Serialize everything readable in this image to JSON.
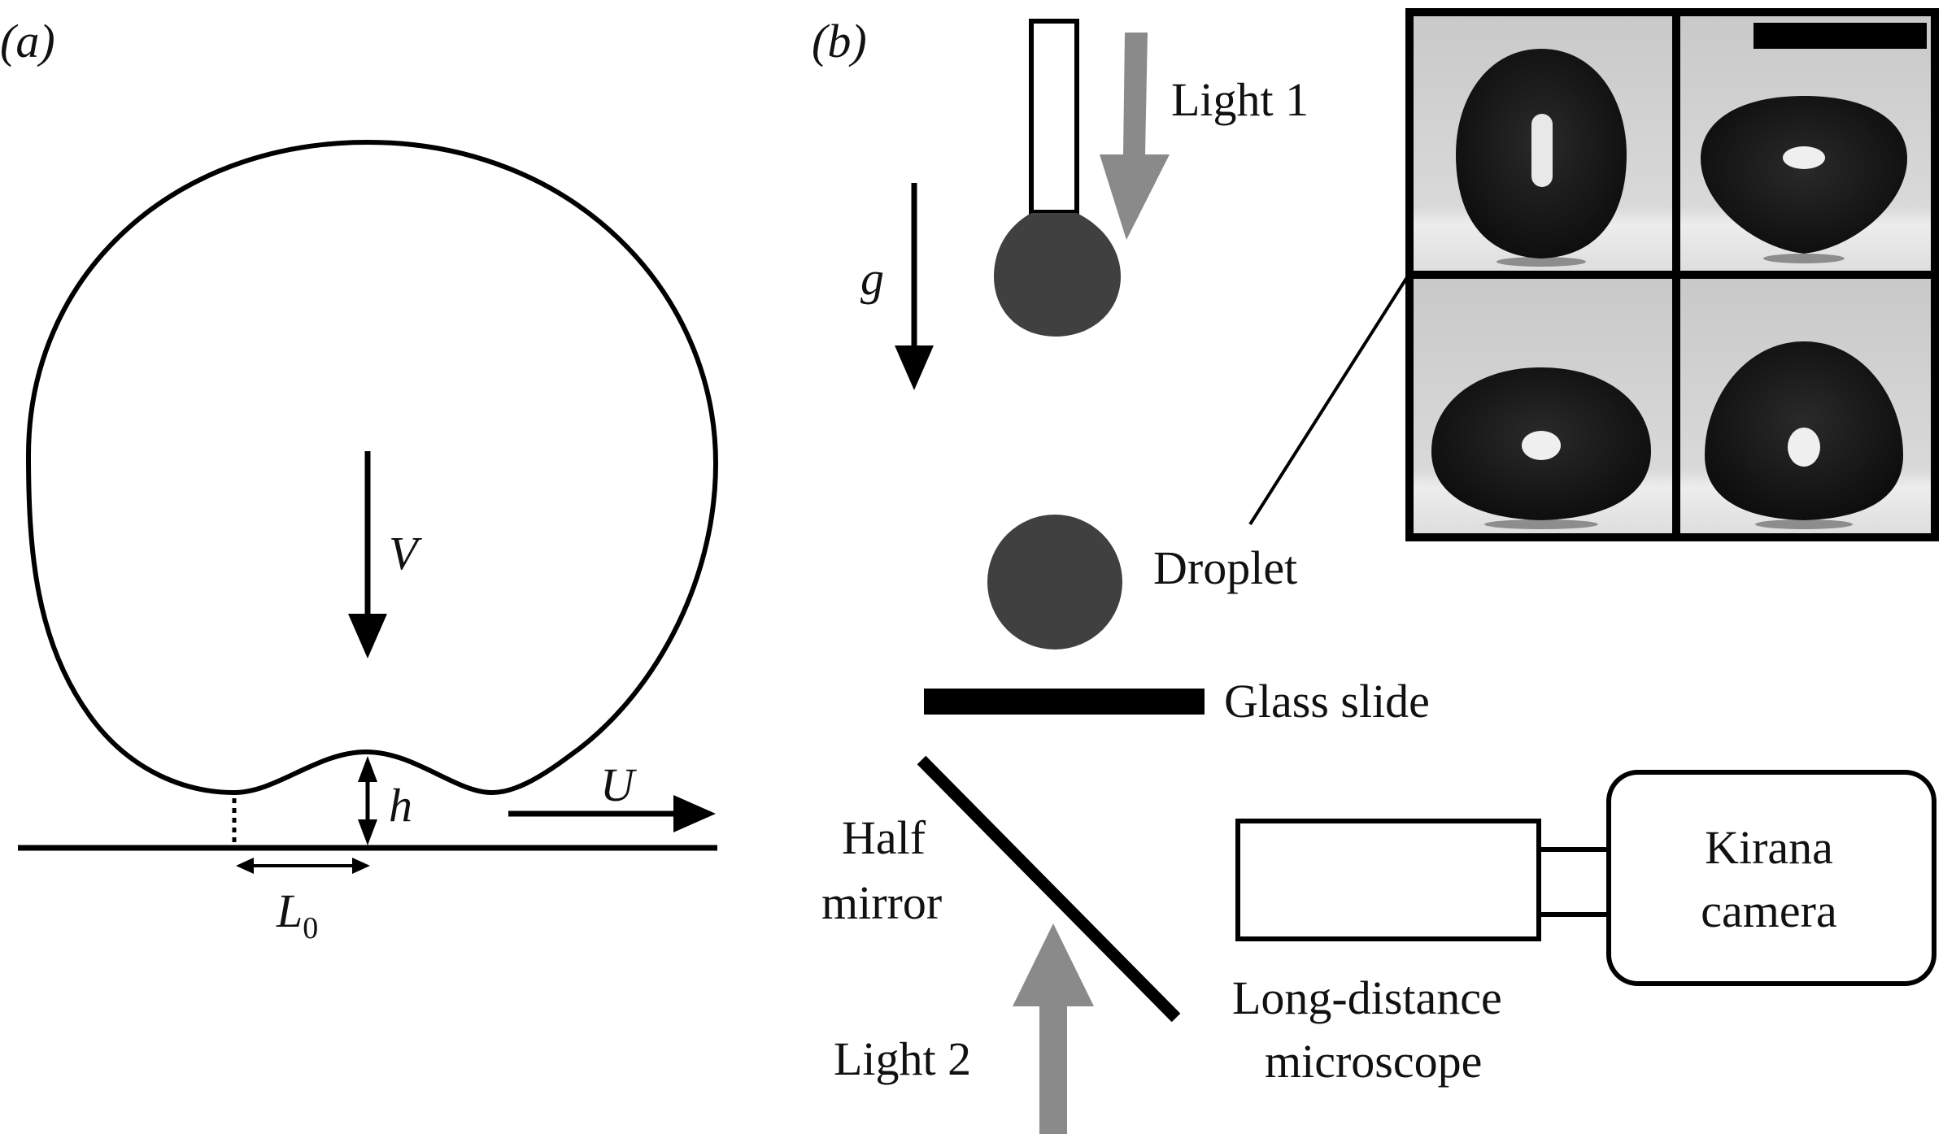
{
  "panel_a": {
    "panel_label": "(a)",
    "velocity_label": "V",
    "height_label": "h",
    "speed_label": "U",
    "length_label_main": "L",
    "length_label_sub": "0"
  },
  "panel_b": {
    "panel_label": "(b)",
    "gravity_label": "g",
    "light1_label": "Light 1",
    "light2_label": "Light 2",
    "droplet_label": "Droplet",
    "glass_label": "Glass slide",
    "mirror_line1": "Half",
    "mirror_line2": "mirror",
    "microscope_line1": "Long-distance",
    "microscope_line2": "microscope",
    "camera_line1": "Kirana",
    "camera_line2": "camera"
  },
  "colors": {
    "stroke": "#000000",
    "droplet_fill": "#404040",
    "light_arrow": "#8a8a8a",
    "photo_background": "#cfcfcf",
    "photo_drop": "#1a1a1a"
  }
}
